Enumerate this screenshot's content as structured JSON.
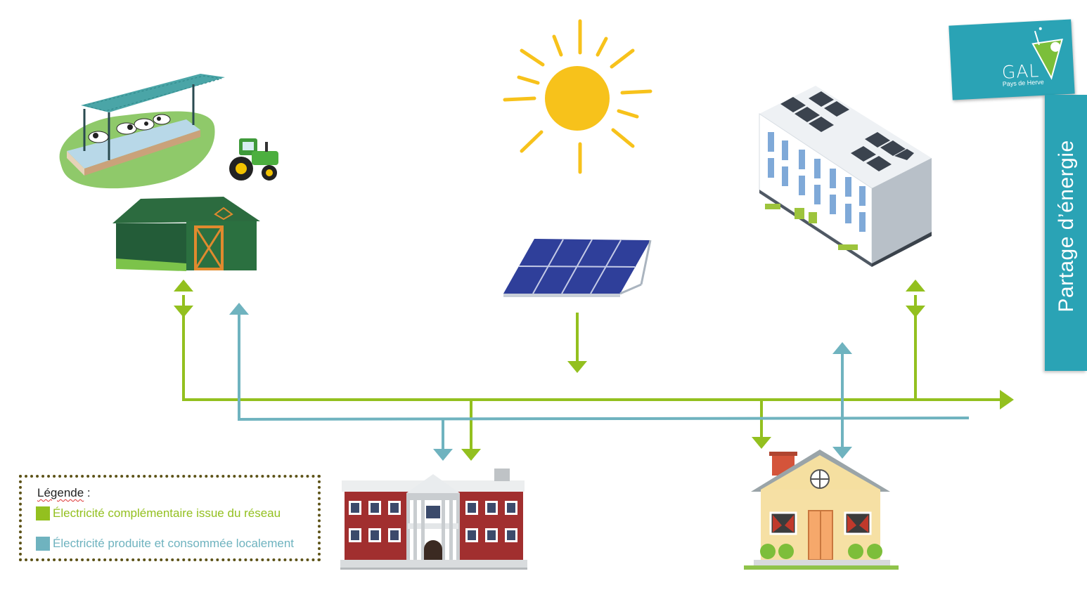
{
  "sidebar": {
    "title": "Partage d’énergie"
  },
  "logo": {
    "name": "GAL",
    "subtitle": "Pays de Herve"
  },
  "legend": {
    "title": "Légende",
    "title_suffix": " :",
    "items": [
      {
        "label": "Électricité complémentaire issue du réseau",
        "color": "#93c01f"
      },
      {
        "label": "Électricité produite et consommée localement",
        "color": "#6fb3bf"
      }
    ]
  },
  "colors": {
    "grid": "#93c01f",
    "local": "#6fb3bf",
    "accent": "#2aa3b5",
    "sun": "#f7c21b"
  },
  "icons": [
    "farm-icon",
    "tractor-icon",
    "barn-icon",
    "sun-icon",
    "solar-panel-icon",
    "office-building-icon",
    "school-building-icon",
    "house-icon",
    "gal-logo-icon"
  ]
}
